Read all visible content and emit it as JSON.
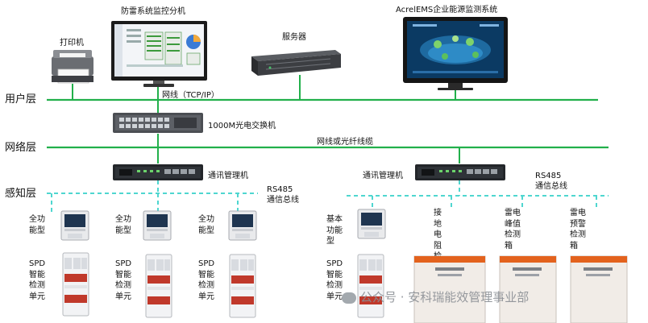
{
  "devices": {
    "printer_label": "打印机",
    "analyzer_label": "防雷系统监控分机",
    "server_label": "服务器",
    "ems_label": "AcrelEMS企业能源监测系统"
  },
  "layers": {
    "user": "用户层",
    "network": "网络层",
    "sensing": "感知层"
  },
  "network": {
    "tcp_label": "网线（TCP/IP）",
    "switch_label": "1000M光电交换机",
    "fiber_label": "网线或光纤线缆",
    "gateway_left_label": "通讯管理机",
    "gateway_right_label": "通讯管理机",
    "rs485_left": "RS485通信总线",
    "rs485_right": "RS485通信总线"
  },
  "field": {
    "full_function": "全功能型",
    "basic_function": "基本功能型",
    "spd_unit": "SPD智能检测单元",
    "ground_box": "接地电阻检测箱",
    "peak_box": "雷电峰值检测箱",
    "warn_box": "雷电预警检测箱"
  },
  "watermark": "公众号 · 安科瑞能效管理事业部",
  "colors": {
    "bus_green": "#22b04b",
    "dashed_cyan": "#4fd6d0",
    "box_orange": "#e3621d"
  }
}
